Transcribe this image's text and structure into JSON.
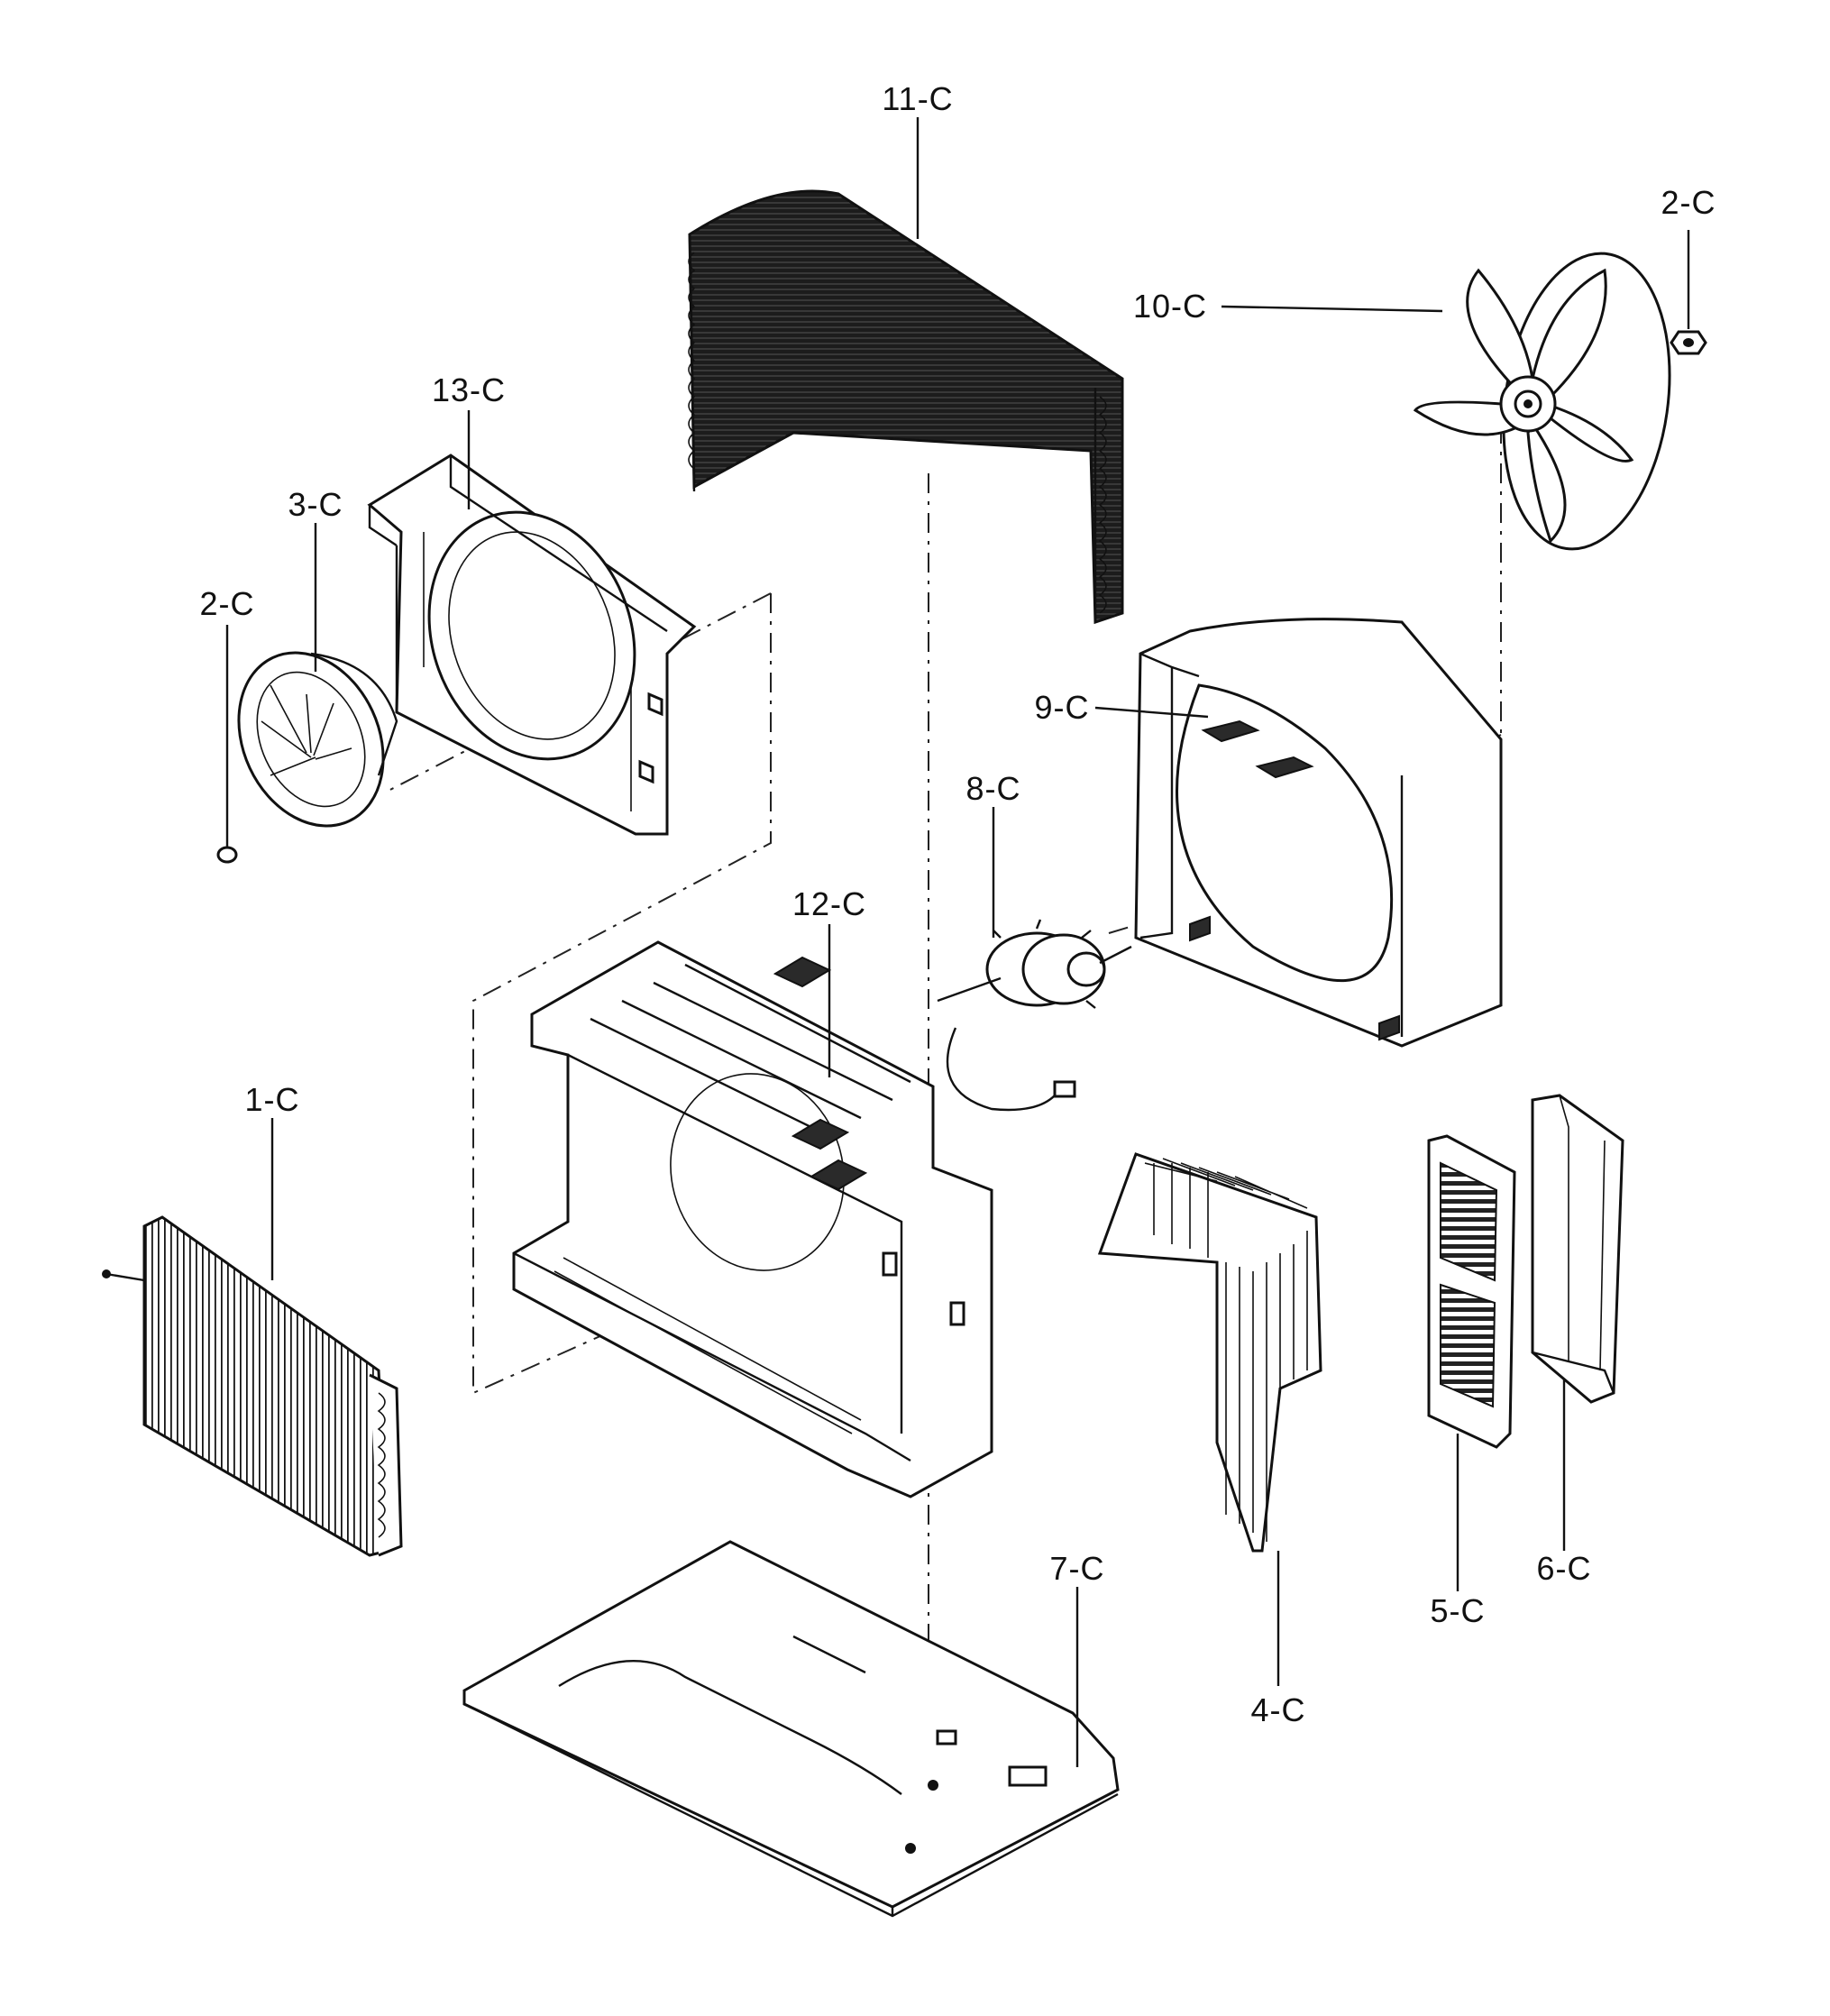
{
  "callouts": [
    {
      "id": "label-11c",
      "text": "11-C"
    },
    {
      "id": "label-2c-right",
      "text": "2-C"
    },
    {
      "id": "label-10c",
      "text": "10-C"
    },
    {
      "id": "label-13c",
      "text": "13-C"
    },
    {
      "id": "label-3c",
      "text": "3-C"
    },
    {
      "id": "label-2c-left",
      "text": "2-C"
    },
    {
      "id": "label-9c",
      "text": "9-C"
    },
    {
      "id": "label-8c",
      "text": "8-C"
    },
    {
      "id": "label-12c",
      "text": "12-C"
    },
    {
      "id": "label-1c",
      "text": "1-C"
    },
    {
      "id": "label-7c",
      "text": "7-C"
    },
    {
      "id": "label-6c",
      "text": "6-C"
    },
    {
      "id": "label-5c",
      "text": "5-C"
    },
    {
      "id": "label-4c",
      "text": "4-C"
    }
  ]
}
